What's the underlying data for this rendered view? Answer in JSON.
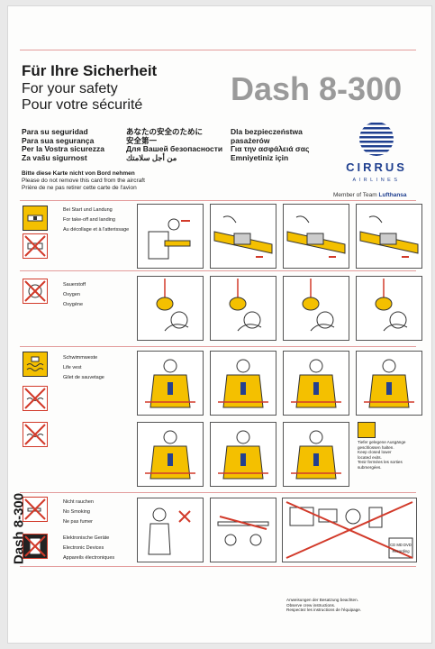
{
  "header": {
    "title_de": "Für Ihre Sicherheit",
    "title_en": "For your safety",
    "title_fr": "Pour votre sécurité",
    "aircraft": "Dash 8-300"
  },
  "languages": {
    "col1": [
      "Para su seguridad",
      "Para sua segurança",
      "Per la Vostra sicurezza",
      "Za vašu sigurnost"
    ],
    "col2": [
      "あなたの安全のために",
      "安全第一",
      "Для Вашей безопасности",
      "من أجل سلامتك"
    ],
    "col3": [
      "Dla bezpieczeństwa",
      "pasażerów",
      "Για την ασφάλειά σας",
      "Emniyetiniz için"
    ]
  },
  "notice": {
    "de": "Bitte diese Karte nicht von Bord nehmen",
    "en": "Please do not remove this card from the aircraft",
    "fr": "Prière de ne pas retirer cette carte de l'avion"
  },
  "airline": {
    "name": "CIRRUS",
    "sub": "AIRLINES",
    "member_prefix": "Member of Team",
    "member_brand": "Lufthansa"
  },
  "sections": {
    "seatbelt": [
      "Bei Start und Landung",
      "For take-off and landing",
      "Au décollage et à l'atterissage"
    ],
    "oxygen": [
      "Sauerstoff",
      "Oxygen",
      "Oxygène"
    ],
    "lifevest": [
      "Schwimmweste",
      "Life vest",
      "Gilet de sauvetage"
    ],
    "nosmoking": [
      "Nicht rauchen",
      "No Smoking",
      "Ne pas fumer"
    ],
    "electronics": [
      "Elektronische Geräte",
      "Electronic Devices",
      "Appareils électroniques"
    ]
  },
  "exit_note": [
    "Tiefer gelegene Ausgänge",
    "geschlossen halten.",
    "Keep closed lower",
    "located exits.",
    "Tenir fermées les sorties",
    "submergées."
  ],
  "crew_note": [
    "Anweisungen der Besatzung beachten.",
    "Observe crew instructions.",
    "Respectez les instructions de l'équipage."
  ],
  "side_label": "Dash 8-300",
  "device_labels": [
    "CD MD DVD",
    "Recording"
  ],
  "colors": {
    "accent_yellow": "#f4c000",
    "prohibit_red": "#d23a2a",
    "rule_line": "#e39c9c",
    "model_gray": "#9a9a9a",
    "brand_blue": "#1f3f8f"
  }
}
